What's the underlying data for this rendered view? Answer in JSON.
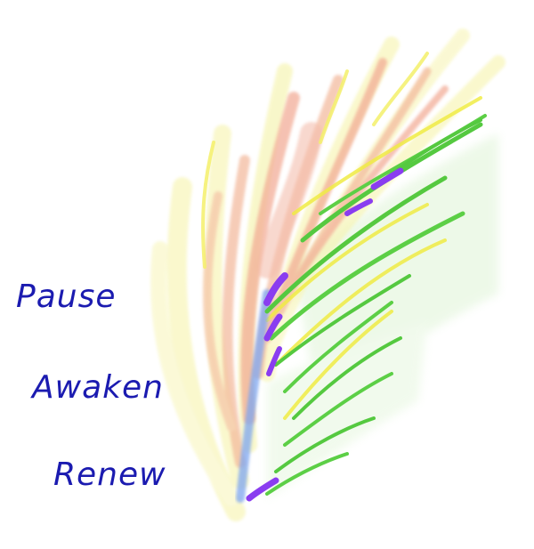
{
  "words": [
    "Pause",
    "Awaken",
    "Renew"
  ],
  "text_color": "#1b1bb0",
  "palette": {
    "yellow": "#f4f06a",
    "pale_yellow": "#f6f3a6",
    "peach": "#f3b79a",
    "salmon": "#f2a892",
    "green": "#55c940",
    "light_green": "#b6e3a4",
    "purple": "#8a3df0",
    "blue": "#7ea6f0"
  }
}
